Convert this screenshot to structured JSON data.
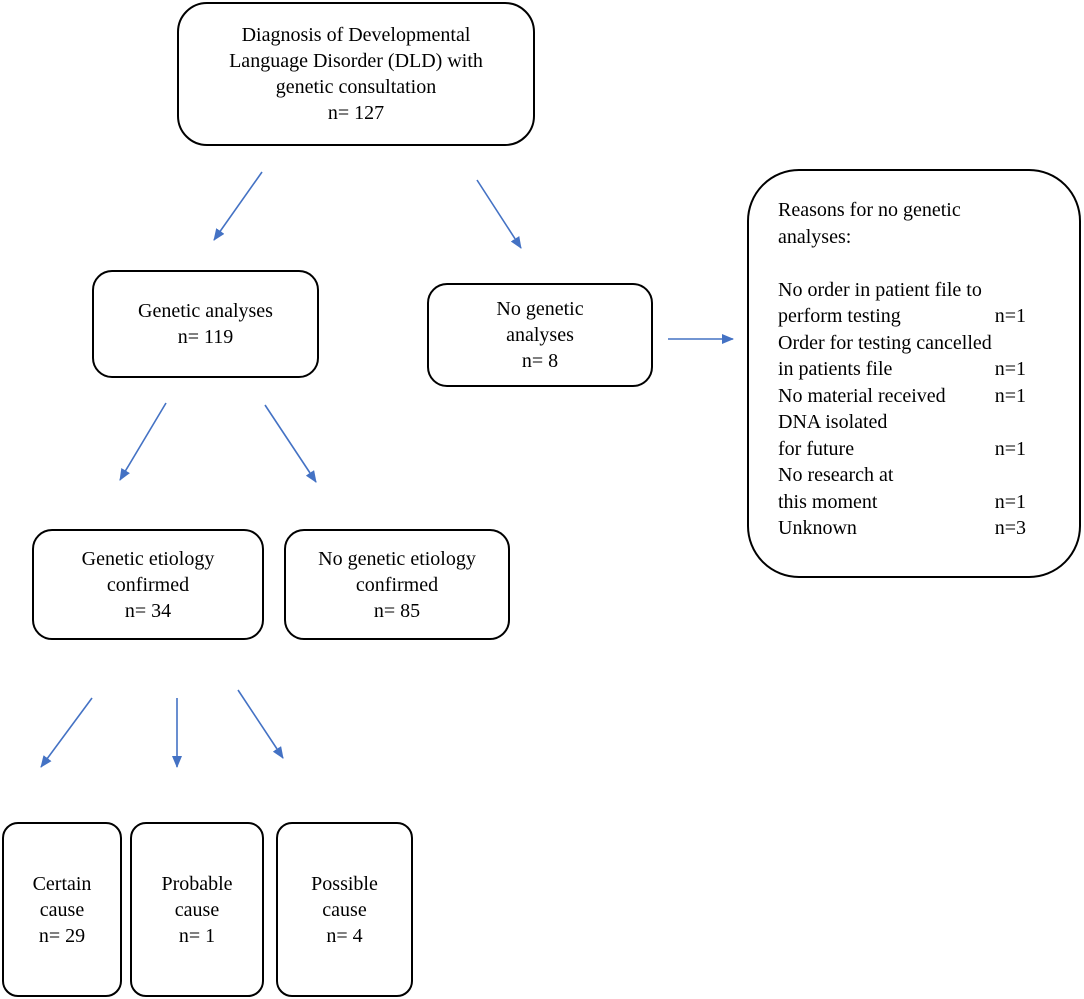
{
  "boxes": {
    "root": [
      "Diagnosis of Developmental",
      "Language Disorder (DLD) with",
      "genetic consultation",
      "n= 127"
    ],
    "genetic_analyses": [
      "Genetic analyses",
      "n= 119"
    ],
    "no_genetic_analyses": [
      "No genetic",
      "analyses",
      "n= 8"
    ],
    "etiology_confirmed": [
      "Genetic etiology",
      "confirmed",
      "n= 34"
    ],
    "no_etiology_confirmed": [
      "No genetic etiology",
      "confirmed",
      "n= 85"
    ],
    "certain_cause": [
      "Certain",
      "cause",
      "n= 29"
    ],
    "probable_cause": [
      "Probable",
      "cause",
      "n= 1"
    ],
    "possible_cause": [
      "Possible",
      "cause",
      "n= 4"
    ]
  },
  "reasons": {
    "title_lines": [
      "Reasons for no genetic",
      "analyses:"
    ],
    "items": [
      {
        "label_lines": [
          "No order in patient file to",
          "perform testing"
        ],
        "count": "n=1"
      },
      {
        "label_lines": [
          "Order for testing cancelled",
          "in patients file"
        ],
        "count": "n=1"
      },
      {
        "label_lines": [
          "No material received"
        ],
        "count": "n=1"
      },
      {
        "label_lines": [
          "DNA isolated",
          "for future"
        ],
        "count": "n=1"
      },
      {
        "label_lines": [
          "No research at",
          "this moment"
        ],
        "count": "n=1"
      },
      {
        "label_lines": [
          "Unknown"
        ],
        "count": "n=3"
      }
    ]
  },
  "colors": {
    "arrow": "#4472c4",
    "border": "#000000"
  }
}
